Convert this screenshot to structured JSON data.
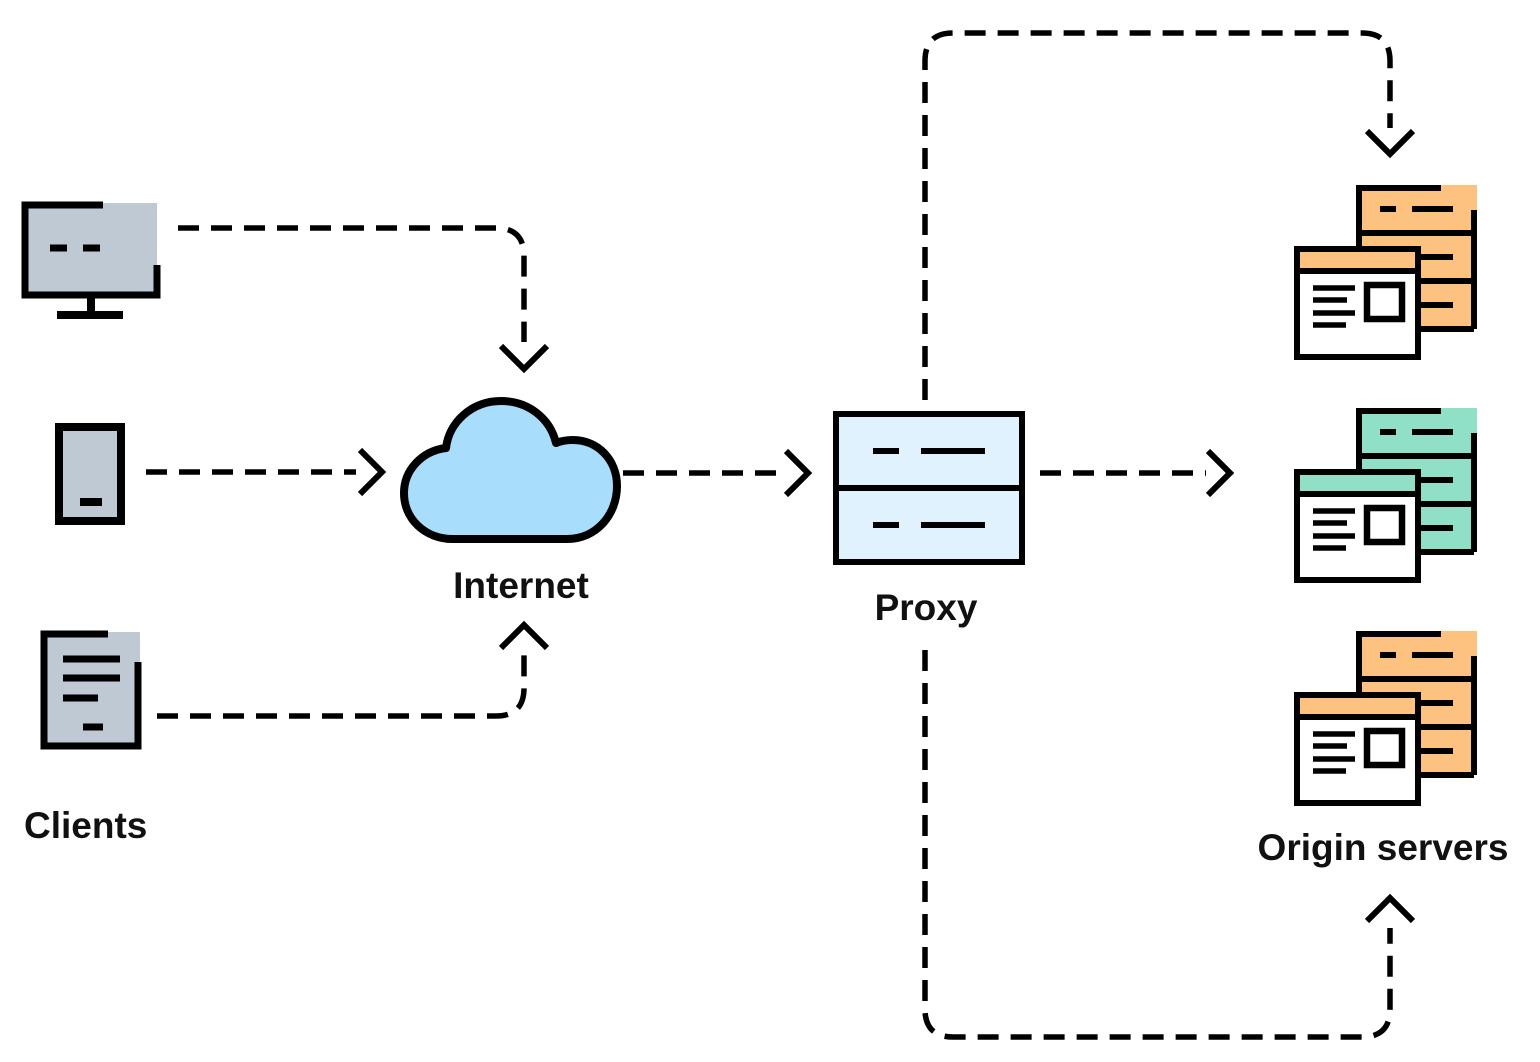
{
  "diagram": {
    "title_none_visible": "",
    "labels": {
      "clients": "Clients",
      "internet": "Internet",
      "proxy": "Proxy",
      "origin_servers": "Origin servers"
    },
    "nodes": [
      {
        "id": "client-desktop",
        "kind": "desktop-computer",
        "group": "Clients"
      },
      {
        "id": "client-tablet",
        "kind": "tablet-device",
        "group": "Clients"
      },
      {
        "id": "client-document",
        "kind": "document",
        "group": "Clients"
      },
      {
        "id": "internet",
        "kind": "cloud",
        "label": "Internet"
      },
      {
        "id": "proxy",
        "kind": "server-stack-2",
        "label": "Proxy"
      },
      {
        "id": "origin-top",
        "kind": "server-group",
        "color": "orange",
        "group": "Origin servers"
      },
      {
        "id": "origin-middle",
        "kind": "server-group",
        "color": "green",
        "group": "Origin servers"
      },
      {
        "id": "origin-bottom",
        "kind": "server-group",
        "color": "orange",
        "group": "Origin servers"
      }
    ],
    "connections": [
      {
        "from": "client-desktop",
        "to": "internet",
        "style": "dashed"
      },
      {
        "from": "client-tablet",
        "to": "internet",
        "style": "dashed"
      },
      {
        "from": "client-document",
        "to": "internet",
        "style": "dashed"
      },
      {
        "from": "internet",
        "to": "proxy",
        "style": "dashed"
      },
      {
        "from": "proxy",
        "to": "origin-middle",
        "style": "dashed"
      },
      {
        "from": "proxy",
        "to": "origin-top",
        "style": "dashed"
      },
      {
        "from": "proxy",
        "to": "origin-bottom",
        "style": "dashed"
      }
    ]
  },
  "colors": {
    "background": "#ffffff",
    "stroke": "#000000",
    "text": "#111111",
    "client_fill": "#bec9d3",
    "cloud_fill": "#a8ddfb",
    "proxy_fill": "#e0f2fd",
    "origin_orange": "#fdc180",
    "origin_green": "#8fe0c7"
  }
}
